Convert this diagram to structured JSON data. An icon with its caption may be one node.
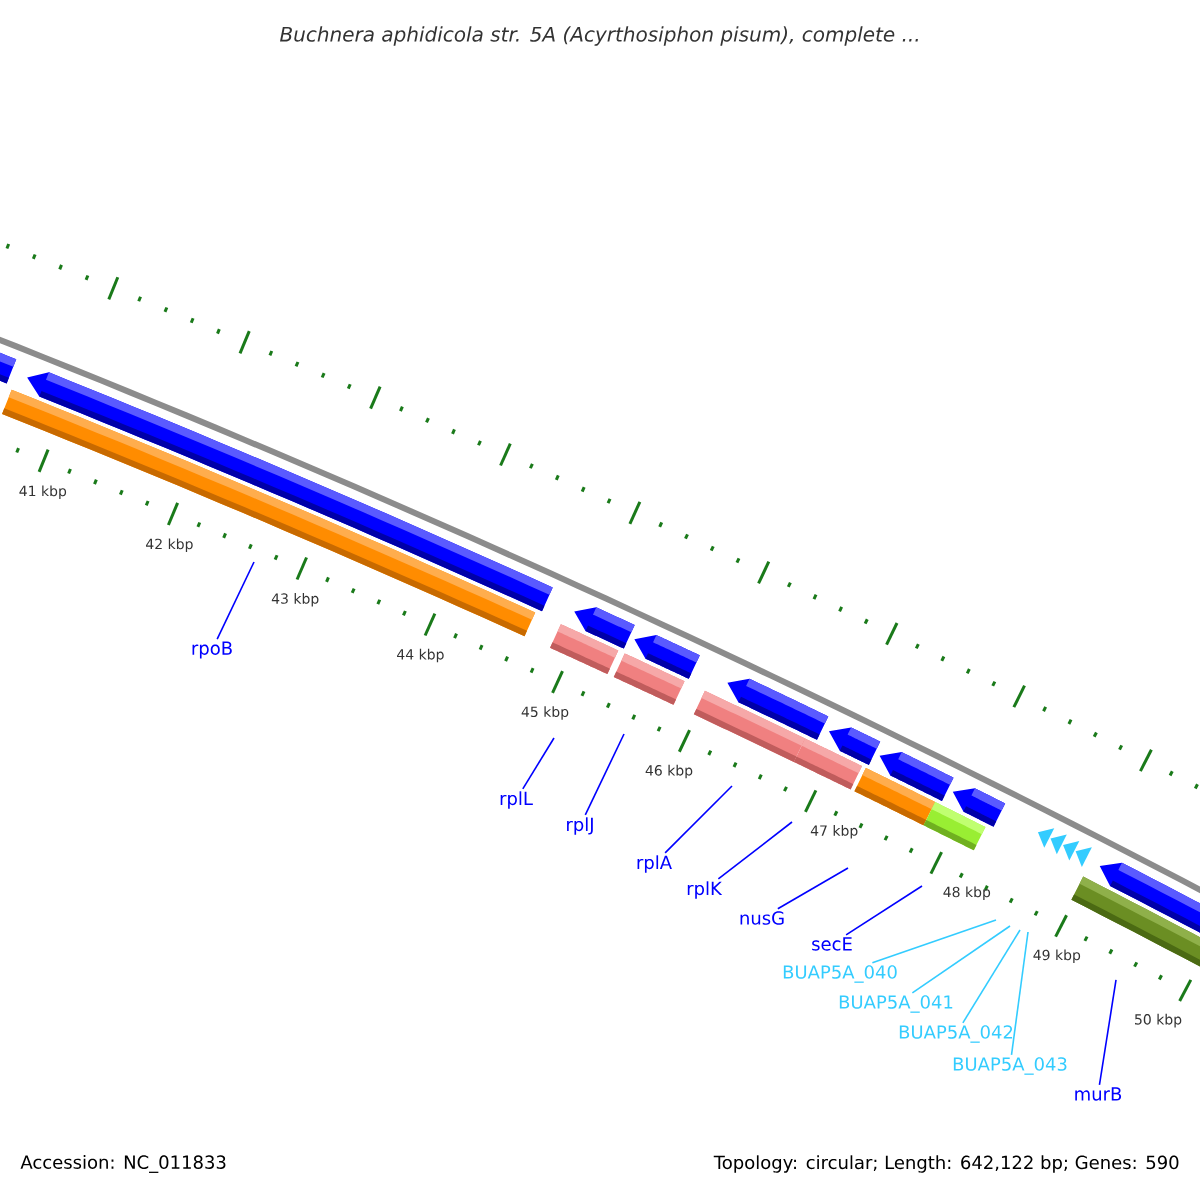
{
  "diagram": {
    "title": "Buchnera aphidicola str. 5A (Acyrthosiphon pisum), complete ...",
    "nodes": [
      {
        "text": [
          "rpoB"
        ]
      },
      {
        "text": [
          "rplL"
        ]
      },
      {
        "text": [
          "rplJ"
        ]
      },
      {
        "text": [
          "rplA"
        ]
      },
      {
        "text": [
          "rplK"
        ]
      },
      {
        "text": [
          "nusG"
        ]
      },
      {
        "text": [
          "secE"
        ]
      },
      {
        "text": [
          "BUAP5A_040"
        ]
      },
      {
        "text": [
          "BUAP5A_041"
        ]
      },
      {
        "text": [
          "BUAP5A_042"
        ]
      },
      {
        "text": [
          "BUAP5A_043"
        ]
      },
      {
        "text": [
          "murB"
        ]
      }
    ],
    "edges": [
      {
        "from": 0,
        "to": null,
        "arrow": "none"
      },
      {
        "from": 1,
        "to": null,
        "arrow": "none"
      },
      {
        "from": 2,
        "to": null,
        "arrow": "none"
      },
      {
        "from": 3,
        "to": null,
        "arrow": "none"
      },
      {
        "from": 4,
        "to": null,
        "arrow": "none"
      },
      {
        "from": 5,
        "to": null,
        "arrow": "none"
      },
      {
        "from": 6,
        "to": null,
        "arrow": "none"
      },
      {
        "from": 7,
        "to": null,
        "arrow": "none",
        "color": "#33ccff"
      },
      {
        "from": 8,
        "to": null,
        "arrow": "none",
        "color": "#33ccff"
      },
      {
        "from": 9,
        "to": null,
        "arrow": "none",
        "color": "#33ccff"
      },
      {
        "from": 10,
        "to": null,
        "arrow": "none",
        "color": "#33ccff"
      },
      {
        "from": 11,
        "to": null,
        "arrow": "none"
      }
    ],
    "labels": [
      "41 kbp",
      "42 kbp",
      "43 kbp",
      "44 kbp",
      "45 kbp",
      "46 kbp",
      "47 kbp",
      "48 kbp",
      "49 kbp",
      "50 kbp",
      "Accession: NC_011833",
      "Topology: circular; Length: 642,122 bp; Genes: 590"
    ]
  }
}
